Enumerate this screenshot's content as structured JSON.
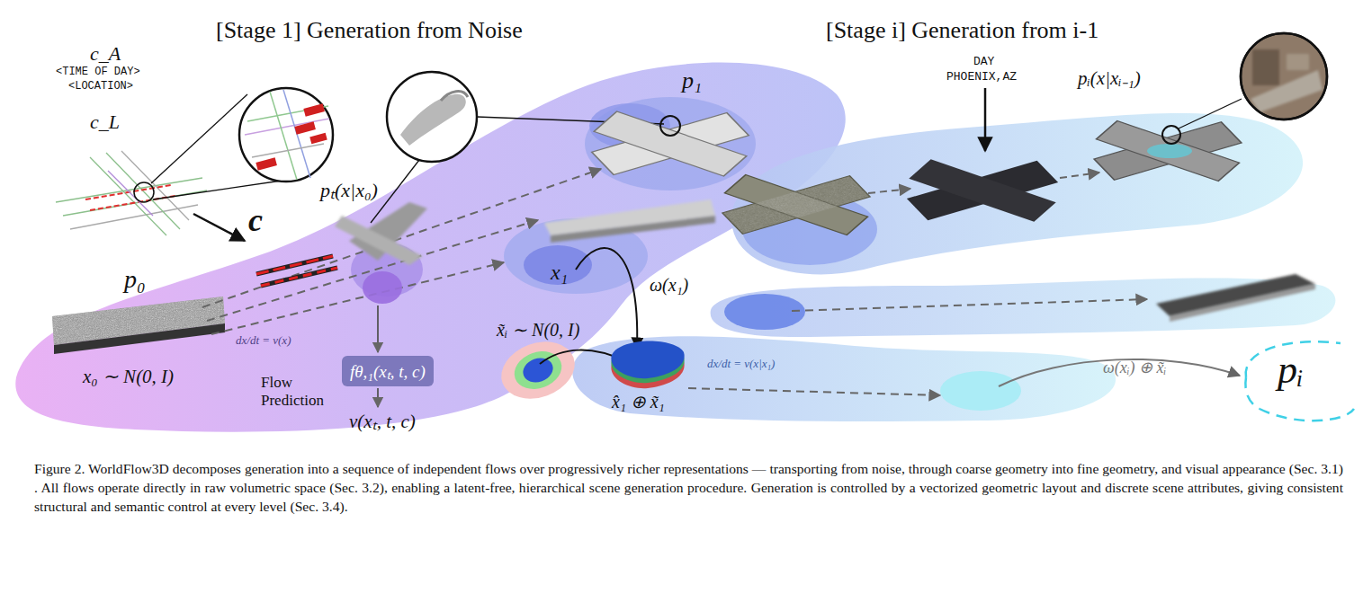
{
  "diagram": {
    "caption": "Figure 2. WorldFlow3D decomposes generation into a sequence of independent flows over progressively richer representations — transporting from noise, through coarse geometry into fine geometry, and visual appearance (Sec. 3.1) . All flows operate directly in raw volumetric space (Sec. 3.2), enabling a latent-free, hierarchical scene generation procedure. Generation is controlled by a vectorized geometric layout and discrete scene attributes, giving consistent structural and semantic control at every level (Sec. 3.4).",
    "nodes": [
      {
        "text": [
          "fθ,₁(xₜ, t, c)"
        ]
      }
    ],
    "labels": [
      "[Stage 1] Generation from Noise",
      "[Stage i] Generation from i-1",
      "c_A",
      "<TIME OF DAY>",
      "<LOCATION>",
      "c_L",
      "c",
      "p₀",
      "x₀ ∼ N(0, I)",
      "dx/dt = v(x)",
      "pₜ(x|x₀)",
      "Flow Prediction",
      "v(xₜ, t, c)",
      "p₁",
      "x₁",
      "ω(x₁)",
      "x̃ᵢ ∼ N(0, I)",
      "x̂₁ ⊕ x̃₁",
      "dx/dt = v(x|x₁)",
      "DAY",
      "PHOENIX,AZ",
      "pᵢ(x|xᵢ₋₁)",
      "ω(xᵢ) ⊕ x̃ᵢ",
      "pᵢ"
    ]
  }
}
